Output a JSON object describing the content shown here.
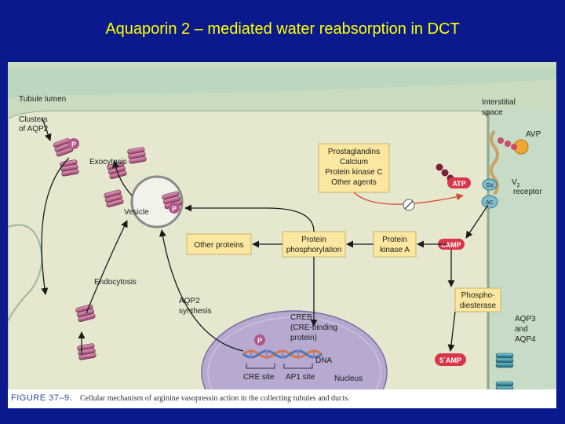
{
  "slide": {
    "title": "Aquaporin 2 – mediated water reabsorption in DCT"
  },
  "labels": {
    "tubule_lumen": "Tubule lumen",
    "clusters_line1": "Clusters",
    "clusters_line2": "of AQP2",
    "exocytosis": "Exocytosis",
    "vesicle": "Vesicle",
    "endocytosis": "Endocytosis",
    "aqp2_synthesis_line1": "AQP2",
    "aqp2_synthesis_line2": "synthesis",
    "interstitial_line1": "Interstitial",
    "interstitial_line2": "space",
    "avp": "AVP",
    "v2_receptor_line1": "V",
    "v2_receptor_sub": "2",
    "v2_receptor_line2": "receptor",
    "gs": "Gs",
    "ac": "AC",
    "atp": "ATP",
    "camp": "cAMP",
    "five_amp": "5´AMP",
    "aqp3_line1": "AQP3",
    "aqp3_line2": "and",
    "aqp3_line3": "AQP4",
    "p": "P",
    "creb_line1": "CREB",
    "creb_line2": "(CRE-binding",
    "creb_line3": "protein)",
    "dna": "DNA",
    "cre_site": "CRE site",
    "ap1_site": "AP1 site",
    "nucleus": "Nucleus"
  },
  "boxes": {
    "agents": [
      "Prostaglandins",
      "Calcium",
      "Protein kinase C",
      "Other agents"
    ],
    "other_proteins": "Other proteins",
    "protein_phosphorylation_line1": "Protein",
    "protein_phosphorylation_line2": "phosphorylation",
    "protein_kinase_a_line1": "Protein",
    "protein_kinase_a_line2": "kinase A",
    "phosphodiesterase_line1": "Phospho-",
    "phosphodiesterase_line2": "diesterase"
  },
  "caption": {
    "figure_number": "FIGURE 37–9.",
    "text": "Cellular mechanism of arginine vasopressin action in the collecting tubules and ducts."
  },
  "colors": {
    "slide_background": "#0a1a8c",
    "title": "#ffff00",
    "box_fill": "#fbe7a0",
    "aquaporin": "#c26c93",
    "phosphate": "#b4548a",
    "nucleus": "#b7a9d0",
    "receptor": "#f0a830",
    "aqp3": "#3e8fa3",
    "arrow": "#1a1a1a",
    "inhibit": "#d94a2a"
  }
}
